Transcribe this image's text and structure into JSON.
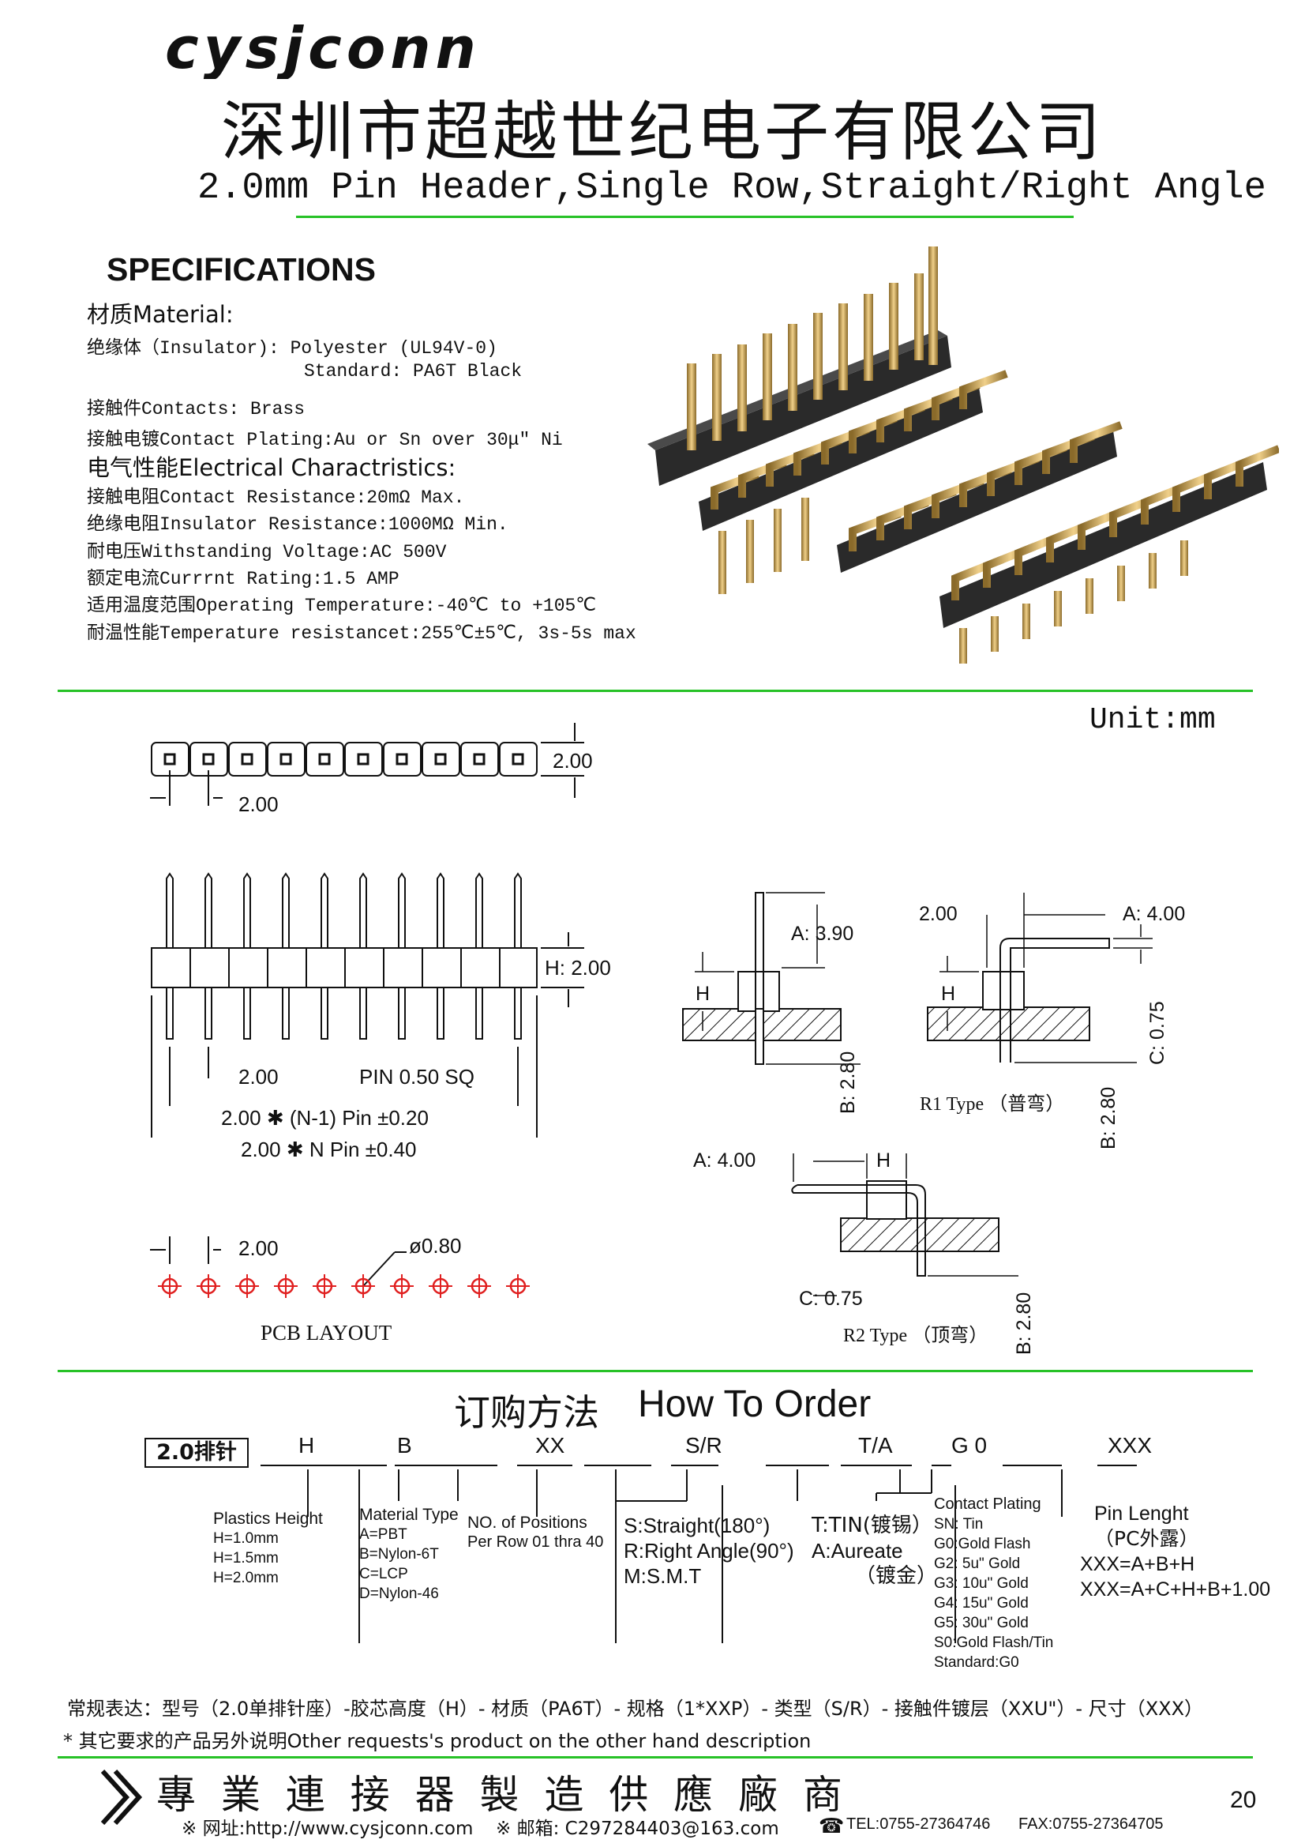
{
  "header": {
    "logo_text": "cysjconn",
    "company_cn": "深圳市超越世纪电子有限公司",
    "product_title": "2.0mm Pin Header,Single Row,Straight/Right Angle"
  },
  "specs": {
    "heading": "SPECIFICATIONS",
    "material_title": "材质Material:",
    "insulator": "绝缘体（Insulator):  Polyester (UL94V-0)",
    "insulator_std": "Standard: PA6T Black",
    "contacts": "接触件Contacts: Brass",
    "plating": "接触电镀Contact Plating:Au or Sn over 30μ″ Ni",
    "electrical_title": "电气性能Electrical Charactristics:",
    "resistance": "接触电阻Contact Resistance:20mΩ  Max.",
    "insulation": "绝缘电阻Insulator Resistance:1000MΩ  Min.",
    "voltage": "耐电压Withstanding Voltage:AC 500V",
    "current": "额定电流Currrnt Rating:1.5 AMP",
    "temperature": "适用温度范围Operating Temperature:-40℃  to +105℃",
    "temp_resist": "耐温性能Temperature resistancet:255℃±5℃, 3s-5s max"
  },
  "drawing": {
    "unit": "Unit:mm",
    "top_pitch": "2.00",
    "top_height": "2.00",
    "h_label": "H: 2.00",
    "pitch_label": "2.00",
    "pin_sq": "PIN  0.50  SQ",
    "dim_n1": "2.00 ✱ (N-1) Pin  ±0.20",
    "dim_n": "2.00 ✱ N  Pin  ±0.40",
    "pcb_pitch": "2.00",
    "pcb_hole": "ø0.80",
    "pcb_layout": "PCB LAYOUT",
    "straight_a": "A: 3.90",
    "straight_h": "H",
    "straight_b": "B: 2.80",
    "r1_pitch": "2.00",
    "r1_a": "A: 4.00",
    "r1_h": "H",
    "r1_c": "C: 0.75",
    "r1_b": "B: 2.80",
    "r1_type": "R1 Type （普弯）",
    "r2_a": "A: 4.00",
    "r2_h": "H",
    "r2_c": "C: 0.75",
    "r2_b": "B: 2.80",
    "r2_type": "R2 Type （顶弯）"
  },
  "order": {
    "title_cn": "订购方法",
    "title_en": "How To Order",
    "code_box": "2.0排针",
    "codes": [
      "H",
      "B",
      "XX",
      "S/R",
      "T/A",
      "G 0",
      "XXX"
    ],
    "height": {
      "title": "Plastics Height",
      "lines": [
        "H=1.0mm",
        "H=1.5mm",
        "H=2.0mm"
      ]
    },
    "material": {
      "title": "Material Type",
      "lines": [
        "A=PBT",
        "B=Nylon-6T",
        "C=LCP",
        "D=Nylon-46"
      ]
    },
    "positions": {
      "title": "NO. of Positions",
      "lines": [
        "Per Row  01 thra 40"
      ]
    },
    "type": {
      "lines": [
        "S:Straight(180°)",
        "R:Right Angle(90°)",
        "M:S.M.T"
      ]
    },
    "tin": {
      "lines": [
        "T:TIN(镀锡）",
        "A:Aureate",
        "（镀金）"
      ]
    },
    "plating": {
      "title": "Contact Plating",
      "lines": [
        "SN: Tin",
        "G0:Gold Flash",
        "G2:  5u\" Gold",
        "G3: 10u\" Gold",
        "G4: 15u\" Gold",
        "G5: 30u\" Gold",
        "S0:Gold Flash/Tin",
        "Standard:G0"
      ]
    },
    "length": {
      "title": "Pin Lenght",
      "sub": "（PC外露）",
      "lines": [
        "XXX=A+B+H",
        "XXX=A+C+H+B+1.00"
      ]
    },
    "regular": "常规表达：型号（2.0单排针座）-胶芯高度（H）- 材质（PA6T）- 规格（1*XXP）- 类型（S/R）- 接触件镀层（XXU\"）- 尺寸（XXX）",
    "other": "* 其它要求的产品另外说明Other requests's product on the other hand description"
  },
  "footer": {
    "slogan": "專 業 連 接 器 製 造 供 應 廠 商",
    "website": "※ 网址:http://www.cysjconn.com",
    "email": "※ 邮箱: C297284403@163.com",
    "tel": "TEL:0755-27364746",
    "fax": "FAX:0755-27364705",
    "page": "20"
  },
  "colors": {
    "accent_green": "#27c227",
    "pcb_red": "#e02020",
    "gold": "#c9a14a"
  }
}
